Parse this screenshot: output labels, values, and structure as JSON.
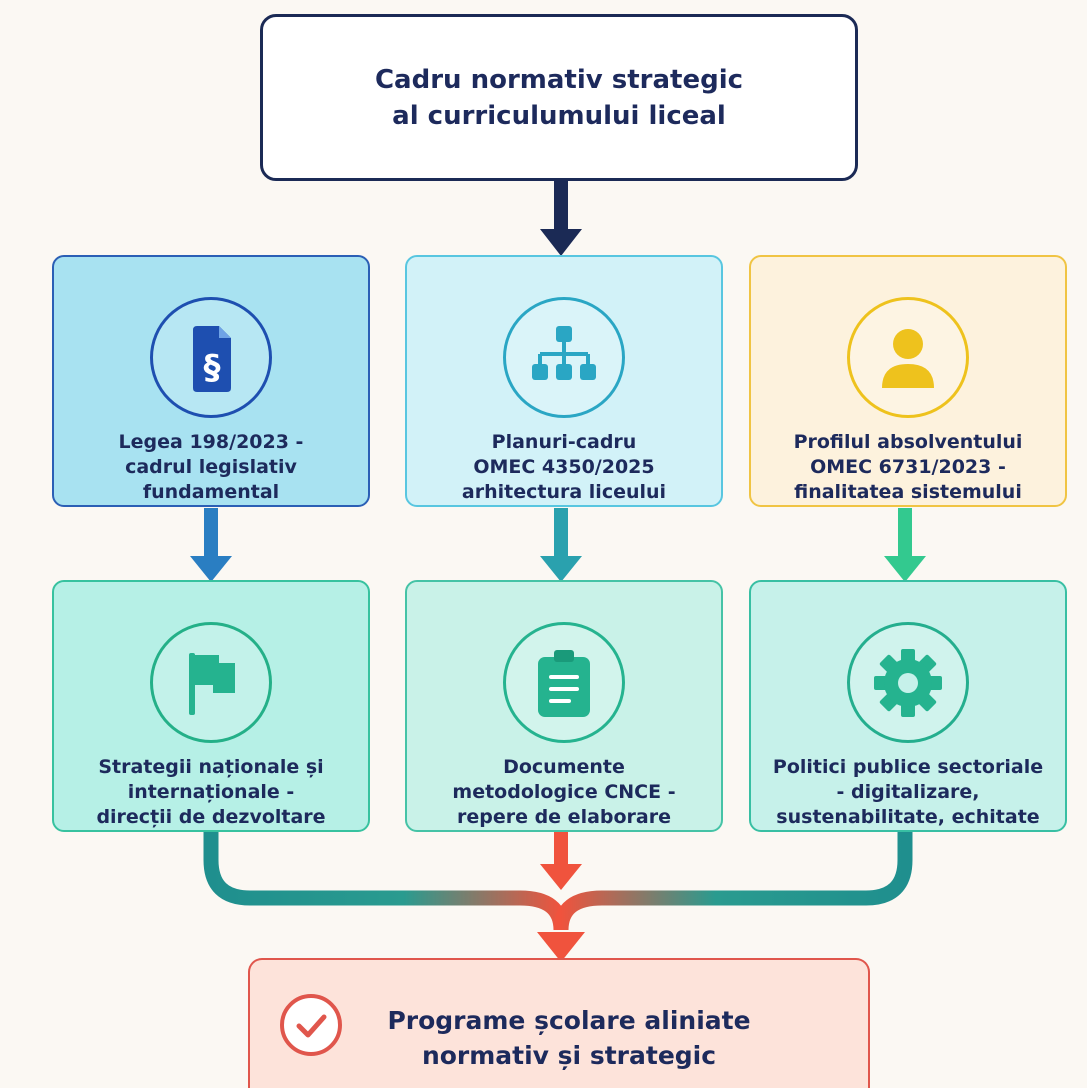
{
  "top": {
    "title": "Cadru normativ strategic\nal curriculumului liceal"
  },
  "cards_row1": [
    {
      "label": "Legea 198/2023 -\ncadrul legislativ\nfundamental",
      "icon": "document-section-icon"
    },
    {
      "label": "Planuri-cadru\nOMEC 4350/2025\narhitectura liceului",
      "icon": "hierarchy-icon"
    },
    {
      "label": "Profilul absolventului\nOMEC 6731/2023 -\nfinalitatea sistemului",
      "icon": "user-icon"
    }
  ],
  "cards_row2": [
    {
      "label": "Strategii naționale și\ninternaționale -\ndirecții de dezvoltare",
      "icon": "flag-icon"
    },
    {
      "label": "Documente\nmetodologice CNCE -\nrepere de elaborare",
      "icon": "clipboard-icon"
    },
    {
      "label": "Politici publice sectoriale\n- digitalizare,\nsustenabilitate, echitate",
      "icon": "gear-icon"
    }
  ],
  "bottom": {
    "label": "Programe școlare aliniate\nnormativ și strategic",
    "icon": "check-circle-icon"
  },
  "colors": {
    "navy": "#1b2a55",
    "blue": "#1e4fb0",
    "teal": "#2aa6c4",
    "yellow": "#eec21d",
    "green": "#25b38f",
    "red": "#f0533d"
  }
}
